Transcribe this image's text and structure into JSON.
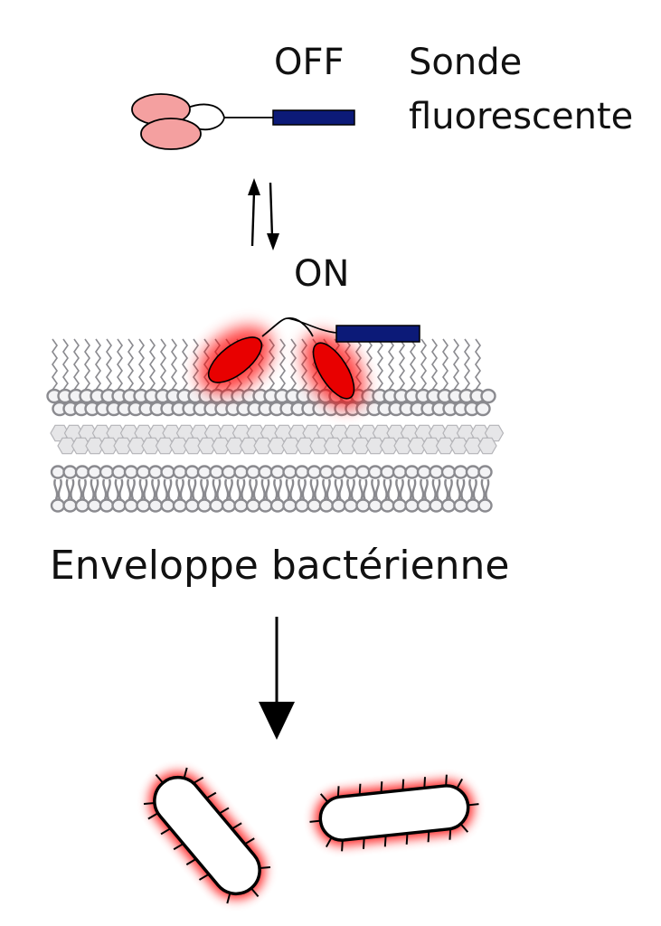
{
  "labels": {
    "off": "OFF",
    "probe_line1": "Sonde",
    "probe_line2": "fluorescente",
    "on": "ON",
    "envelope": "Enveloppe bactérienne"
  },
  "colors": {
    "probe_head_off": "#f4a0a0",
    "probe_head_on": "#e80000",
    "glow": "#ff0000",
    "probe_tail": "#0c1a78",
    "membrane": "#8a8a8f",
    "peptidoglycan": "#e6e6e8",
    "arrow": "#000000"
  }
}
